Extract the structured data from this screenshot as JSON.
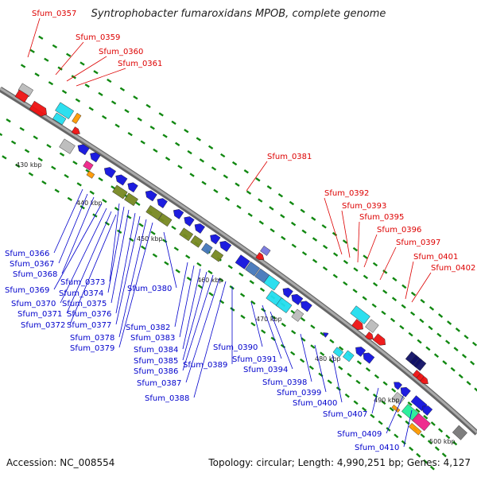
{
  "title": "Syntrophobacter fumaroxidans MPOB, complete genome",
  "accession": "Accession: NC_008554",
  "topology": "Topology: circular; Length: 4,990,251 bp; Genes: 4,127",
  "colors": {
    "red": "#ee1111",
    "blue": "#1111dd",
    "cyan": "#22ddee",
    "olive": "#778822",
    "gray": "#bbbbbb",
    "orange": "#ff9900",
    "magenta": "#ee2288",
    "green_tick": "#118811",
    "navy": "#111166",
    "steel": "#4477bb",
    "mint": "#22ee99",
    "purple": "#7777dd",
    "label_red": "#dd0000",
    "label_blue": "#0000cc"
  },
  "scale": [
    "430 kbp",
    "440 kbp",
    "450 kbp",
    "460 kbp",
    "470 kbp",
    "480 kbp",
    "490 kbp",
    "500 kbp"
  ],
  "labels_top": [
    "Sfum_0357",
    "Sfum_0359",
    "Sfum_0360",
    "Sfum_0361",
    "Sfum_0381",
    "Sfum_0392",
    "Sfum_0393",
    "Sfum_0395",
    "Sfum_0396",
    "Sfum_0397",
    "Sfum_0401",
    "Sfum_0402"
  ],
  "labels_bottom": [
    "Sfum_0366",
    "Sfum_0367",
    "Sfum_0368",
    "Sfum_0369",
    "Sfum_0370",
    "Sfum_0371",
    "Sfum_0372",
    "Sfum_0373",
    "Sfum_0374",
    "Sfum_0375",
    "Sfum_0376",
    "Sfum_0377",
    "Sfum_0378",
    "Sfum_0379",
    "Sfum_0380",
    "Sfum_0382",
    "Sfum_0383",
    "Sfum_0384",
    "Sfum_0385",
    "Sfum_0386",
    "Sfum_0387",
    "Sfum_0388",
    "Sfum_0389",
    "Sfum_0390",
    "Sfum_0391",
    "Sfum_0394",
    "Sfum_0398",
    "Sfum_0399",
    "Sfum_0400",
    "Sfum_0407",
    "Sfum_0409",
    "Sfum_0410"
  ]
}
